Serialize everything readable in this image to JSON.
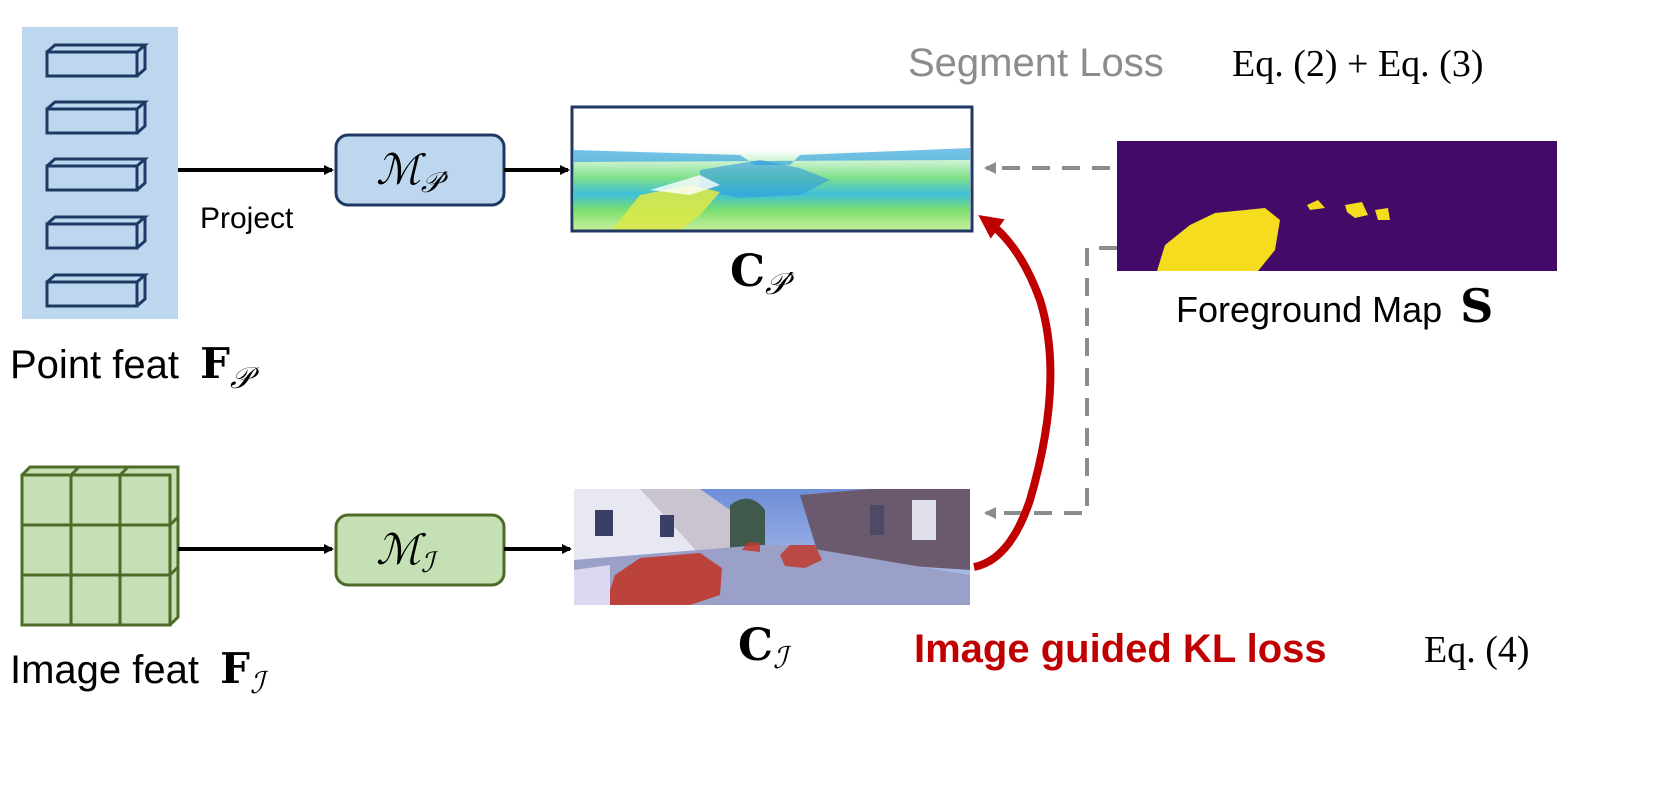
{
  "labels": {
    "project": "Project",
    "point_feat": "Point feat",
    "point_feat_symbol": "F",
    "point_feat_sub": "𝒫",
    "image_feat": "Image feat",
    "image_feat_symbol": "F",
    "image_feat_sub": "ℐ",
    "module_point": "ℳ",
    "module_point_sub": "𝒫′",
    "module_image": "ℳ",
    "module_image_sub": "ℐ",
    "cp_symbol": "C",
    "cp_sub": "𝒫′",
    "ci_symbol": "C",
    "ci_sub": "ℐ",
    "segment_loss": "Segment Loss",
    "segment_eq": "Eq. (2) + Eq. (3)",
    "foreground_map": "Foreground Map",
    "foreground_symbol": "S",
    "kl_loss": "Image guided KL loss",
    "kl_eq": "Eq. (4)"
  },
  "colors": {
    "point_block": "#bdd7ee",
    "point_stroke": "#1f3864",
    "image_block": "#c5e0b4",
    "image_stroke": "#4e6b2a",
    "module_point_fill": "#bdd7ee",
    "module_image_fill": "#c5e0b4",
    "segment_gray": "#8c8c8c",
    "kl_red": "#c00000",
    "map_bg": "#440a68",
    "map_fg": "#f5dc1e"
  }
}
